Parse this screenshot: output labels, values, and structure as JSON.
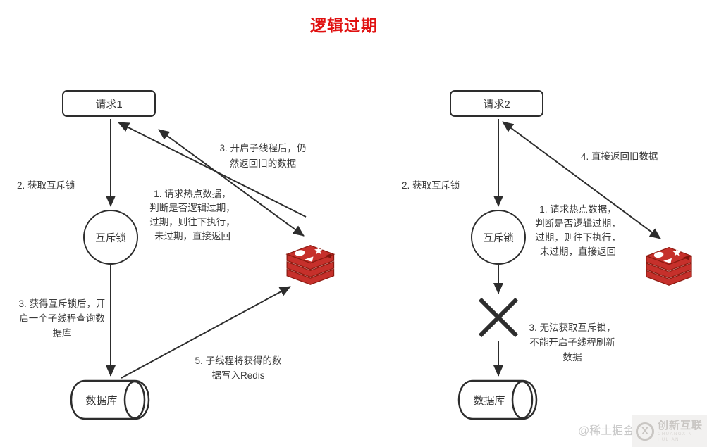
{
  "title": "逻辑过期",
  "nodes": {
    "request1": "请求1",
    "request2": "请求2",
    "mutex": "互斥锁",
    "database": "数据库"
  },
  "left": {
    "step1": "1. 请求热点数据，\n判断是否逻辑过期，\n过期，则往下执行，\n未过期，直接返回",
    "step2": "2. 获取互斥锁",
    "step3_lock": "3. 获得互斥锁后，开\n启一个子线程查询数\n据库",
    "step3_return": "3. 开启子线程后，仍\n然返回旧的数据",
    "step5": "5. 子线程将获得的数\n据写入Redis"
  },
  "right": {
    "step1": "1. 请求热点数据，\n判断是否逻辑过期，\n过期，则往下执行，\n未过期，直接返回",
    "step2": "2. 获取互斥锁",
    "step3": "3. 无法获取互斥锁，\n不能开启子线程刷新\n数据",
    "step4": "4. 直接返回旧数据"
  },
  "icons": {
    "redis": "redis-logo",
    "fail_cross": "x-mark"
  },
  "watermark": {
    "handle": "@稀土掘金",
    "brand": "创新互联",
    "brand_sub": "CHUANGXIN HULIAN"
  },
  "colors": {
    "title_red": "#e01111",
    "stroke": "#2d2d2d",
    "text": "#3a3a3a",
    "redis_red": "#c6302b",
    "redis_dark": "#7f150c",
    "watermark_gray": "#c9c9c9"
  }
}
